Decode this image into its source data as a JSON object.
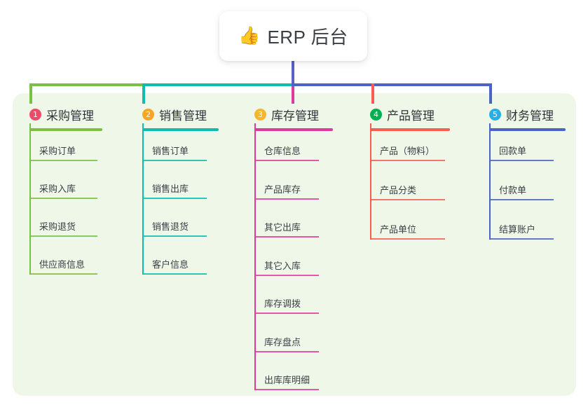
{
  "page": {
    "background": "#ffffff",
    "panel_color": "#eff7e9"
  },
  "root": {
    "icon": "thumbs-up-icon",
    "icon_glyph": "👍",
    "title": "ERP 后台"
  },
  "chart_data": {
    "type": "tree",
    "title": "ERP 后台",
    "root_stem_color": "#5b5fc7",
    "columns": [
      {
        "number": "1",
        "label": "采购管理",
        "color": "#f04a6b",
        "line_color": "#7ac143",
        "rule_color": "#7ac143",
        "leaves": [
          "采购订单",
          "采购入库",
          "采购退货",
          "供应商信息"
        ]
      },
      {
        "number": "2",
        "label": "销售管理",
        "color": "#f5a623",
        "line_color": "#0dbdb0",
        "rule_color": "#0dbdb0",
        "leaves": [
          "销售订单",
          "销售出库",
          "销售退货",
          "客户信息"
        ]
      },
      {
        "number": "3",
        "label": "库存管理",
        "color": "#f5b62b",
        "line_color": "#e0399c",
        "rule_color": "#e0399c",
        "leaves": [
          "仓库信息",
          "产品库存",
          "其它出库",
          "其它入库",
          "库存调拨",
          "库存盘点",
          "出库库明细"
        ]
      },
      {
        "number": "4",
        "label": "产品管理",
        "color": "#00b050",
        "line_color": "#fb5b52",
        "rule_color": "#fb5b52",
        "leaves": [
          "产品（物料）",
          "产品分类",
          "产品单位"
        ]
      },
      {
        "number": "5",
        "label": "财务管理",
        "color": "#23b0e8",
        "line_color": "#4a63c8",
        "rule_color": "#4a63c8",
        "leaves": [
          "回款单",
          "付款单",
          "结算账户"
        ]
      }
    ]
  }
}
